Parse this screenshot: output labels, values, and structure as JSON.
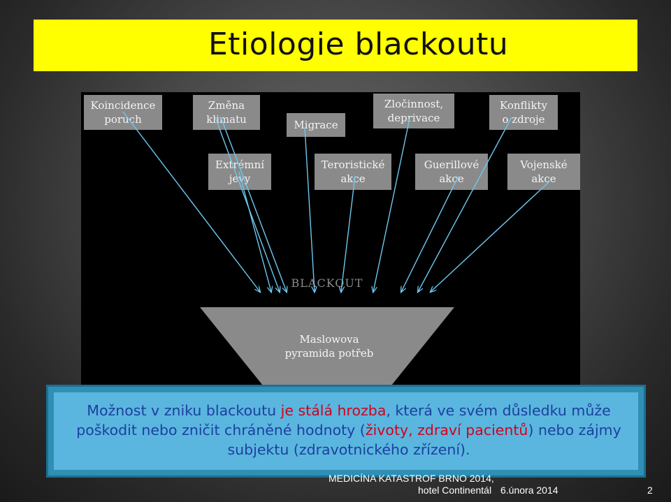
{
  "slide": {
    "title": "Etiologie blackoutu"
  },
  "diagram": {
    "nodes": [
      {
        "id": "koincidence",
        "label": "Koincidence\nporuch"
      },
      {
        "id": "zmena",
        "label": "Změna\nklimatu"
      },
      {
        "id": "migrace",
        "label": "Migrace"
      },
      {
        "id": "zlocinnost",
        "label": "Zločinnost,\ndeprivace"
      },
      {
        "id": "konflikty",
        "label": "Konflikty\no zdroje"
      },
      {
        "id": "extremni",
        "label": "Extrémní\njevy"
      },
      {
        "id": "teroristicke",
        "label": "Teroristické\nakce"
      },
      {
        "id": "guerillove",
        "label": "Guerillové\nakce"
      },
      {
        "id": "vojenske",
        "label": "Vojenské\nakce"
      }
    ],
    "center_label": "BLACKOUT",
    "funnel_label": "Maslowova\npyramida potřeb",
    "node_color": "#8a8a8a",
    "arrow_color": "#6ec8f0"
  },
  "text": {
    "part1": "Možnost v zniku blackoutu ",
    "part2": "je stálá hrozba",
    "part3": ", která ve svém důsledku může poškodit nebo zničit chráněné hodnoty (",
    "part4": "životy, zdraví pacientů",
    "part5": ") nebo zájmy subjektu (",
    "part6": "zdravotnického zřízení",
    "part7": ")."
  },
  "footer": {
    "line1": "MEDICÍNA KATASTROF BRNO 2014,",
    "line2": "hotel Continentál",
    "date": "6.února 2014",
    "page": "2"
  },
  "colors": {
    "title_bg": "#ffff00",
    "text_box": "#5ab6de",
    "text_color": "#1d3fa0",
    "highlight": "#d4001e"
  }
}
